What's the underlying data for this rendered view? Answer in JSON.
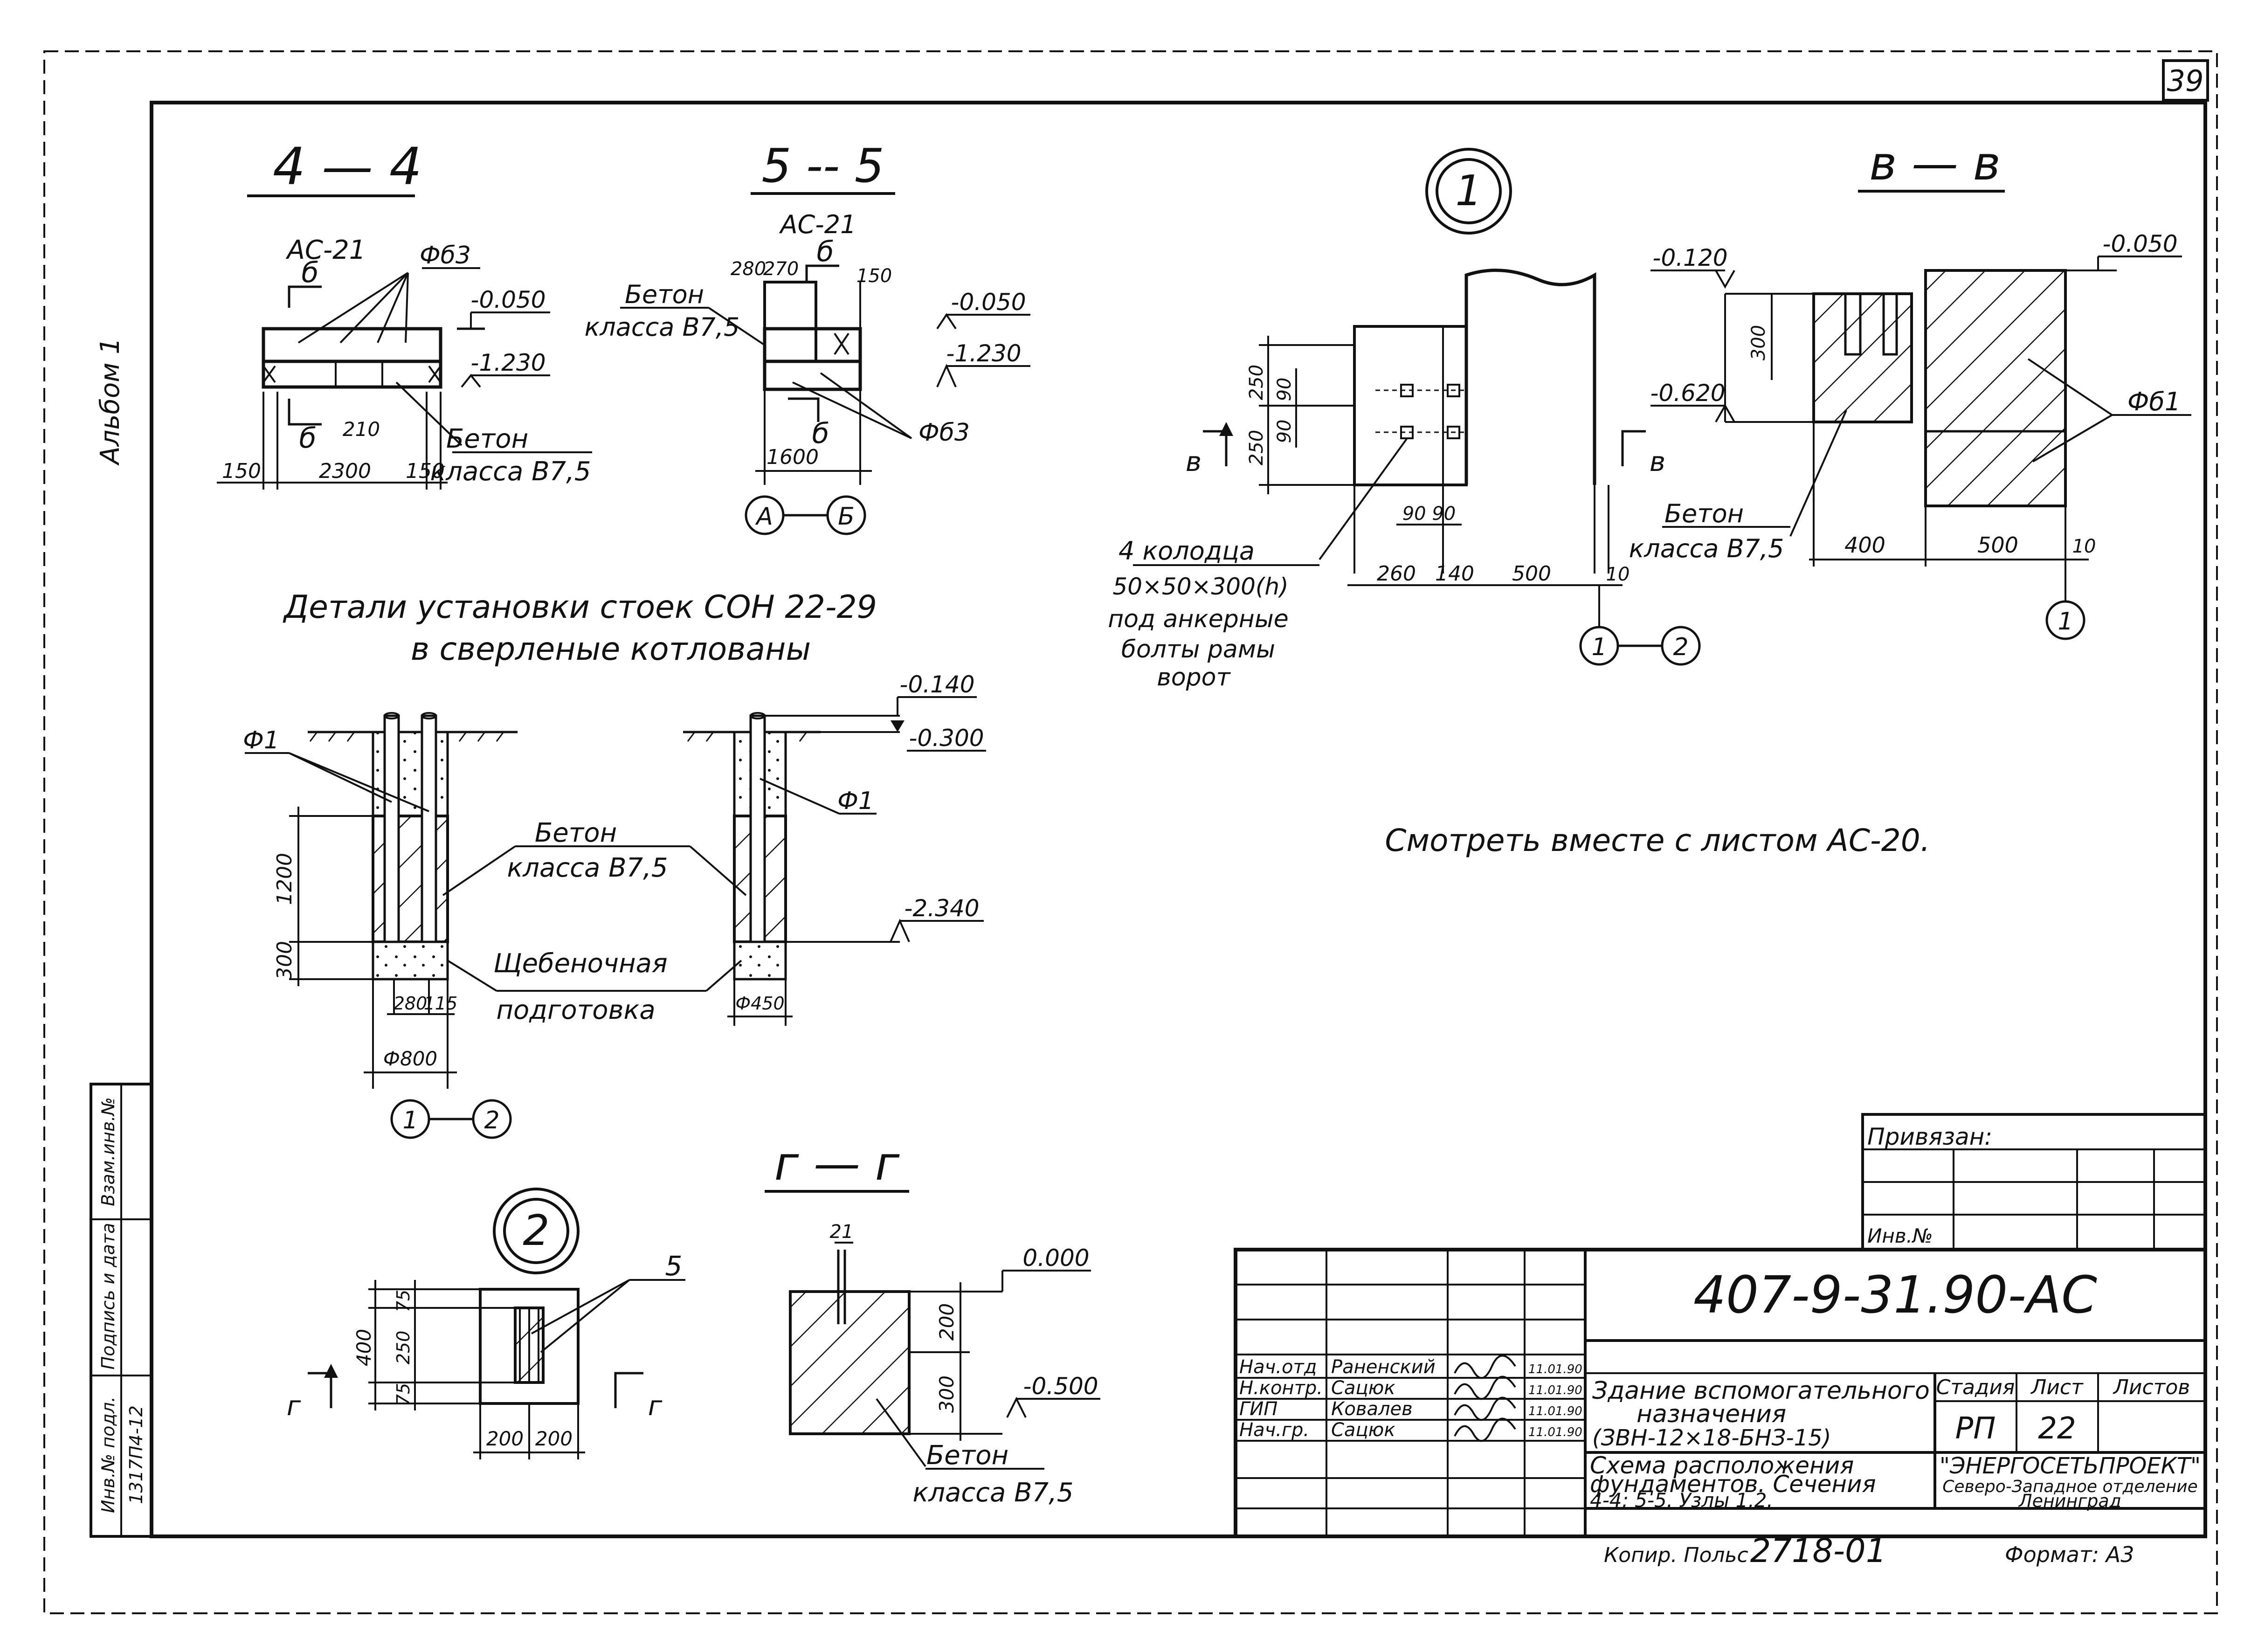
{
  "sheet": {
    "page_number": "39",
    "album_note": "Альбом 1",
    "drawing_code": "407-9-31.90-АС",
    "bound_label": "Привязан:",
    "inv_label": "Инв.№",
    "copy_label": "Копир. Польс",
    "copy_number": "2718-01",
    "format_label": "Формат: А3",
    "see_also": "Смотреть вместе с листом АС-20.",
    "building_name_1": "Здание вспомогательного",
    "building_name_2": "назначения",
    "building_name_3": "(ЗВН-12×18-БНЗ-15)",
    "sheet_title_1": "Схема расположения",
    "sheet_title_2": "фундаментов. Сечения",
    "sheet_title_3": "4-4; 5-5. Узлы 1,2.",
    "stage_label": "Стадия",
    "sheet_label": "Лист",
    "sheets_label": "Листов",
    "stage_value": "РП",
    "sheet_value": "22",
    "org_1": "\"ЭНЕРГОСЕТЬПРОЕКТ\"",
    "org_2": "Северо-Западное отделение",
    "org_3": "Ленинград",
    "margin_labels": [
      "Инв.№ подл.",
      "Подпись и дата",
      "Взам.инв.№"
    ],
    "margin_code": "1317П4-12"
  },
  "signatures": [
    {
      "role": "Нач.отд",
      "name": "Раненский",
      "date": "11.01.90"
    },
    {
      "role": "Н.контр.",
      "name": "Сацюк",
      "date": "11.01.90"
    },
    {
      "role": "ГИП",
      "name": "Ковалев",
      "date": "11.01.90"
    },
    {
      "role": "Нач.гр.",
      "name": "Сацюк",
      "date": "11.01.90"
    }
  ],
  "sec44": {
    "title": "4 — 4",
    "ref": "АС-21",
    "cut": "б",
    "fb": "Фб3",
    "e1": "-0.050",
    "e2": "-1.230",
    "d1": "150",
    "d2": "2300",
    "d3": "150",
    "d4": "210",
    "conc1": "Бетон",
    "conc2": "класса В7,5"
  },
  "sec55": {
    "title": "5 -- 5",
    "ref": "АС-21",
    "cut": "б",
    "conc1": "Бетон",
    "conc2": "класса В7,5",
    "e1": "-0.050",
    "e2": "-1.230",
    "d1": "280",
    "d2": "270",
    "d3": "150",
    "d4": "1600",
    "fb": "Фб3",
    "ax1": "А",
    "ax2": "Б"
  },
  "node1": {
    "num": "1",
    "d250a": "250",
    "d90a": "90",
    "d90b": "90",
    "d250b": "250",
    "d9090": "90 90",
    "d260": "260",
    "d140": "140",
    "d500": "500",
    "d10": "10",
    "cut": "в",
    "wells1": "4 колодца",
    "wells2": "50×50×300(h)",
    "wells3": "под анкерные",
    "wells4": "болты рамы",
    "wells5": "ворот",
    "ax1": "1",
    "ax2": "2"
  },
  "secVV": {
    "title": "в — в",
    "e1": "-0.120",
    "e2": "-0.620",
    "e3": "-0.050",
    "d300": "300",
    "fb": "Фб1",
    "conc1": "Бетон",
    "conc2": "класса В7,5",
    "d400": "400",
    "d500": "500",
    "d10": "10",
    "ax": "1"
  },
  "details": {
    "title1": "Детали установки стоек СОН 22-29",
    "title2": "в сверленые котлованы",
    "f1a": "Ф1",
    "f1b": "Ф1",
    "conc1": "Бетон",
    "conc2": "класса В7,5",
    "gravel1": "Щебеночная",
    "gravel2": "подготовка",
    "d1200": "1200",
    "d300": "300",
    "d280": "280",
    "d115": "115",
    "d800": "Ф800",
    "d450": "Ф450",
    "e1": "-0.140",
    "e2": "-0.300",
    "e3": "-2.340",
    "ax1": "1",
    "ax2": "2"
  },
  "node2": {
    "num": "2",
    "cut": "г",
    "mark": "5",
    "d400": "400",
    "d75a": "75",
    "d250": "250",
    "d75b": "75",
    "d200a": "200",
    "d200b": "200"
  },
  "secGG": {
    "title": "г — г",
    "d21": "21",
    "e1": "0.000",
    "e2": "-0.500",
    "d200": "200",
    "d300": "300",
    "conc1": "Бетон",
    "conc2": "класса В7,5"
  }
}
